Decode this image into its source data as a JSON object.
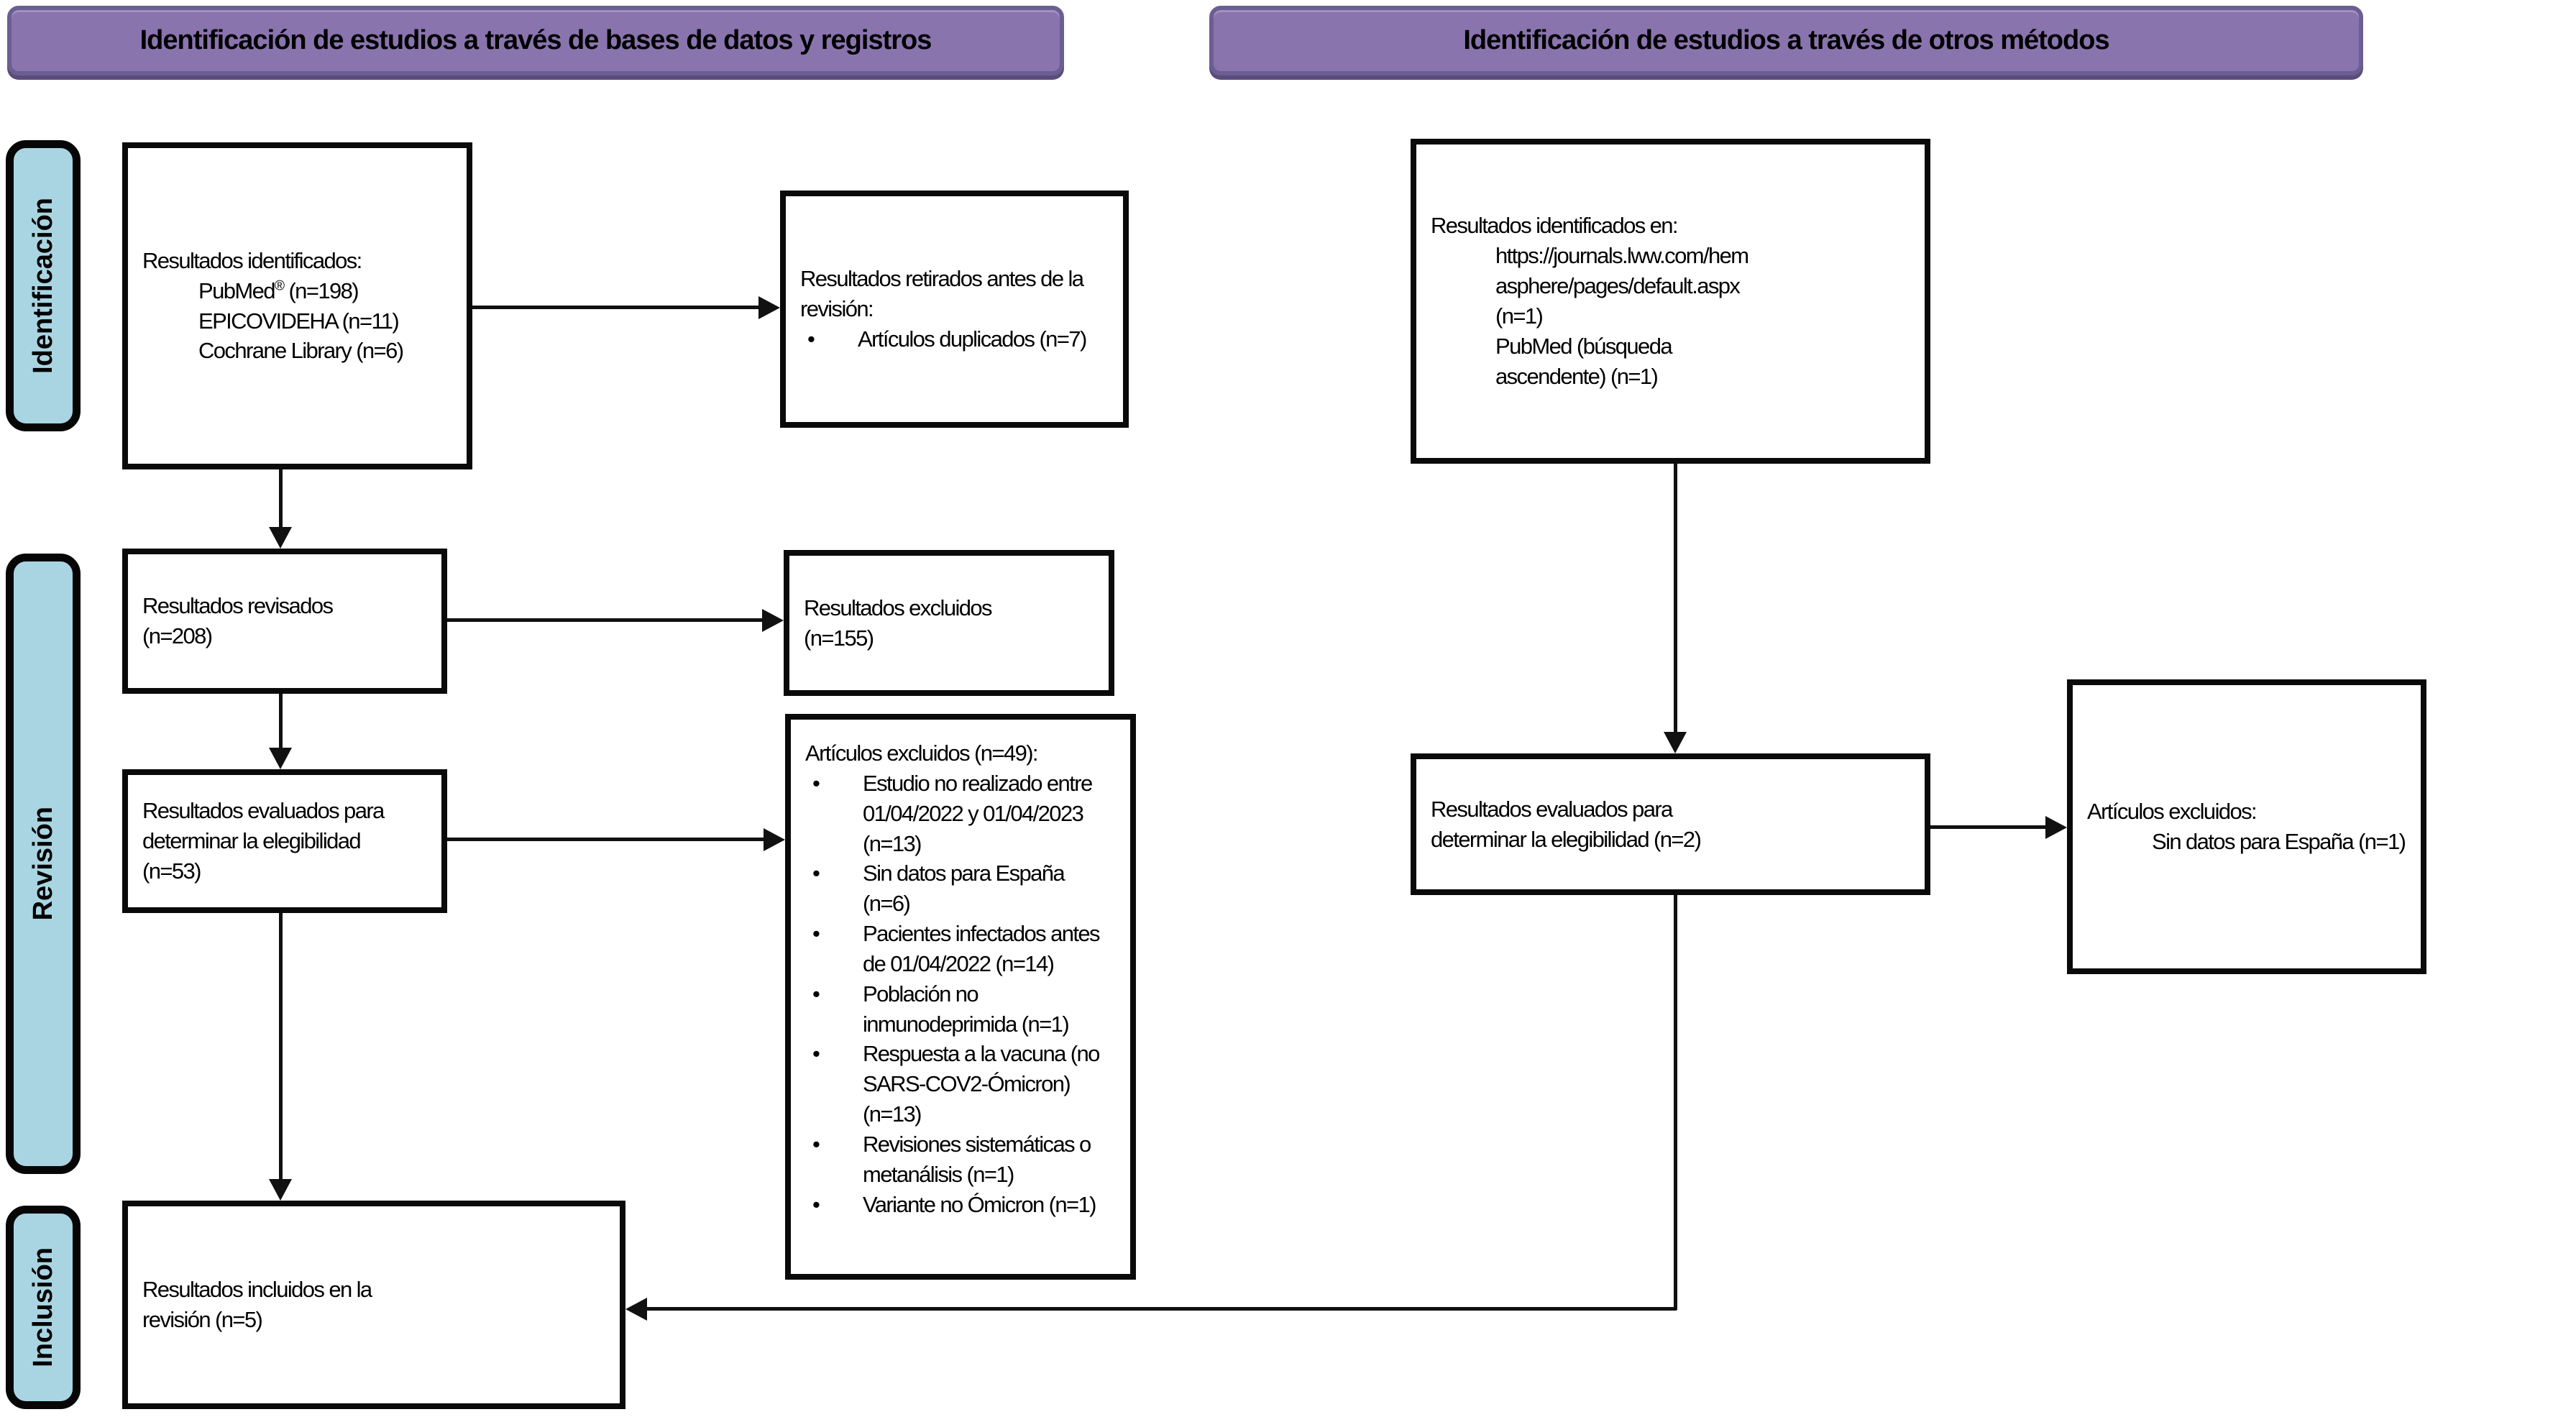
{
  "ui": {
    "bullet": "•"
  },
  "colors": {
    "banner_fill": "#8A74AE",
    "banner_border": "#6B5E93",
    "stage_fill": "#A9D5E3",
    "box_border": "#0a0a0a",
    "line": "#111111"
  },
  "headers": {
    "databases": "Identificación de estudios a través de bases de datos y registros",
    "other_methods": "Identificación de estudios a través de otros métodos"
  },
  "stages": {
    "identification": "Identificación",
    "screening": "Revisión",
    "inclusion": "Inclusión"
  },
  "boxes": {
    "identified_db": {
      "title": "Resultados identificados:",
      "pubmed_name": "PubMed",
      "pubmed_reg": "®",
      "pubmed_count": " (n=198)",
      "sources": [
        "EPICOVIDEHA (n=11)",
        "Cochrane Library (n=6)"
      ]
    },
    "removed_before": {
      "title_lines": [
        "Resultados retirados antes de la",
        "revisión:"
      ],
      "items": [
        "Artículos duplicados (n=7)"
      ]
    },
    "identified_other": {
      "title": "Resultados identificados en:",
      "lines": [
        "https://journals.lww.com/hem",
        "asphere/pages/default.aspx",
        "(n=1)",
        "PubMed (búsqueda",
        "ascendente) (n=1)"
      ]
    },
    "screened": {
      "lines": [
        "Resultados revisados",
        "(n=208)"
      ]
    },
    "excluded_screening": {
      "lines": [
        "Resultados excluidos",
        "(n=155)"
      ]
    },
    "assessed_db": {
      "lines": [
        "Resultados evaluados para",
        "determinar la elegibilidad",
        "(n=53)"
      ]
    },
    "excluded_articles": {
      "title": "Artículos excluidos (n=49):",
      "items": [
        "Estudio no realizado entre 01/04/2022 y 01/04/2023 (n=13)",
        "Sin datos para España (n=6)",
        "Pacientes infectados antes de 01/04/2022 (n=14)",
        "Población no inmunodeprimida (n=1)",
        "Respuesta a la vacuna (no SARS-COV2-Ómicron) (n=13)",
        "Revisiones sistemáticas o metanálisis (n=1)",
        "Variante no Ómicron (n=1)"
      ]
    },
    "assessed_other": {
      "lines": [
        "Resultados evaluados para",
        "determinar la elegibilidad (n=2)"
      ]
    },
    "excluded_other": {
      "title": "Artículos excluidos:",
      "detail": "Sin datos para España (n=1)"
    },
    "included": {
      "lines": [
        "Resultados incluidos en la",
        "revisión (n=5)"
      ]
    }
  }
}
